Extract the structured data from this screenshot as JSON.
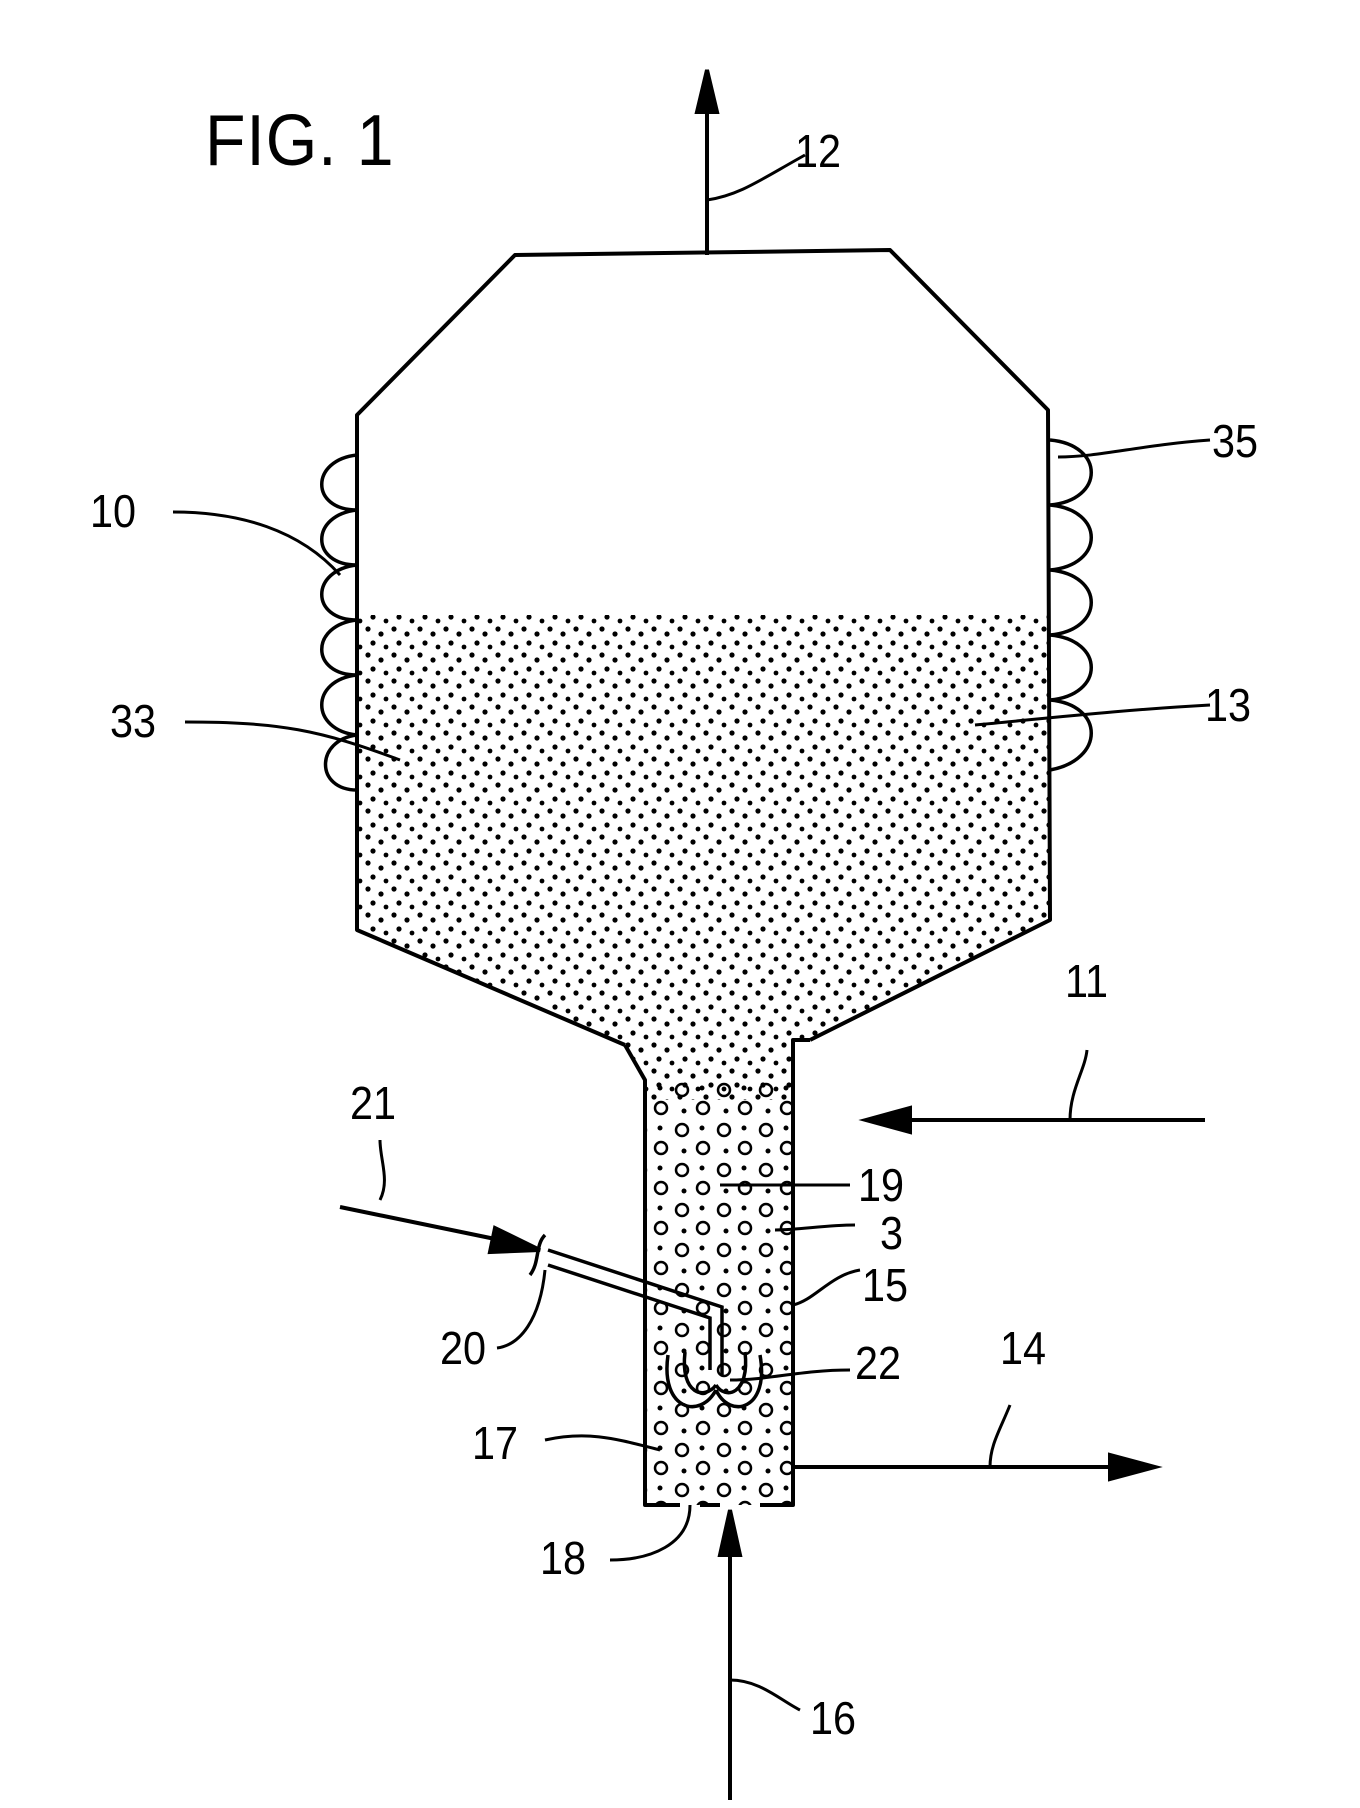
{
  "figure": {
    "title": "FIG. 1",
    "colors": {
      "ink": "#000000",
      "background": "#ffffff"
    }
  },
  "labels": {
    "l10": "10",
    "l11": "11",
    "l12": "12",
    "l13": "13",
    "l14": "14",
    "l15": "15",
    "l16": "16",
    "l17": "17",
    "l18": "18",
    "l19": "19",
    "l20": "20",
    "l21": "21",
    "l22": "22",
    "l3": "3",
    "l33": "33",
    "l35": "35"
  },
  "components": {
    "vessel": "reactor-vessel",
    "jacket_left": "heating-jacket-left",
    "jacket_right": "heating-jacket-right",
    "bed": "particle-bed",
    "riser": "riser-tube",
    "nozzle": "injection-nozzle",
    "flows": [
      "gas-outlet-12",
      "feed-inlet-11",
      "product-outlet-14",
      "gas-inlet-16",
      "injection-inlet-21"
    ]
  }
}
